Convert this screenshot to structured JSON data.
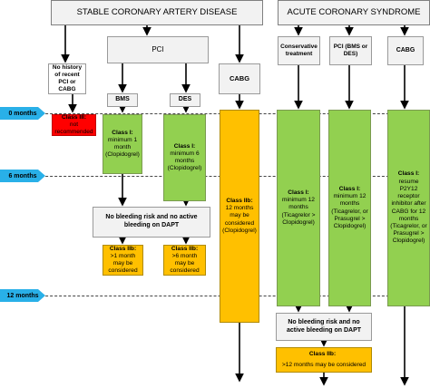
{
  "headers": {
    "stable": "STABLE CORONARY ARTERY DISEASE",
    "acs": "ACUTE CORONARY SYNDROME"
  },
  "nodes": {
    "pci": "PCI",
    "no_history": "No history of recent PCI or CABG",
    "bms": "BMS",
    "des": "DES",
    "cabg_stable": "CABG",
    "conservative": "Conservative treatment",
    "pci_acs": "PCI (BMS or DES)",
    "cabg_acs": "CABG",
    "no_bleeding_stable": "No bleeding risk and no active bleeding on DAPT",
    "no_bleeding_acs": "No bleeding risk and no active bleeding on DAPT"
  },
  "boxes": {
    "red": {
      "cls": "Class III:",
      "text": "not recommended"
    },
    "bms_class": {
      "cls": "Class I:",
      "text": "minimum 1 month (Clopidogrel)"
    },
    "des_class": {
      "cls": "Class I:",
      "text": "minimum 6 months (Clopidogrel)"
    },
    "bms_ext": {
      "cls": "Class IIb:",
      "text": ">1 month may be considered"
    },
    "des_ext": {
      "cls": "Class IIb:",
      "text": ">6 month may be considered"
    },
    "cabg_stable_class": {
      "cls": "Class IIb:",
      "text": "12 months may be considered (Clopidogrel)"
    },
    "conservative_class": {
      "cls": "Class I:",
      "text": "minimum 12 months (Ticagrelor > Clopidogrel)"
    },
    "pci_acs_class": {
      "cls": "Class I:",
      "text": "minimum 12 months (Ticagrelor, or Prasugrel > Clopidogrel)"
    },
    "cabg_acs_class": {
      "cls": "Class I:",
      "text": "resume P2Y12 receptor inhibitor after CABG for 12 months (Ticagrelor, or Prasugrel > Clopidogrel)"
    },
    "acs_ext": {
      "cls": "Class IIb:",
      "text": ">12 months may be considered"
    }
  },
  "timeline": {
    "m0": "0 months",
    "m6": "6 months",
    "m12": "12 months"
  },
  "colors": {
    "class_i": "#92d050",
    "class_iib": "#ffc000",
    "class_iii": "#ff0000",
    "timeline": "#29b0e8"
  }
}
